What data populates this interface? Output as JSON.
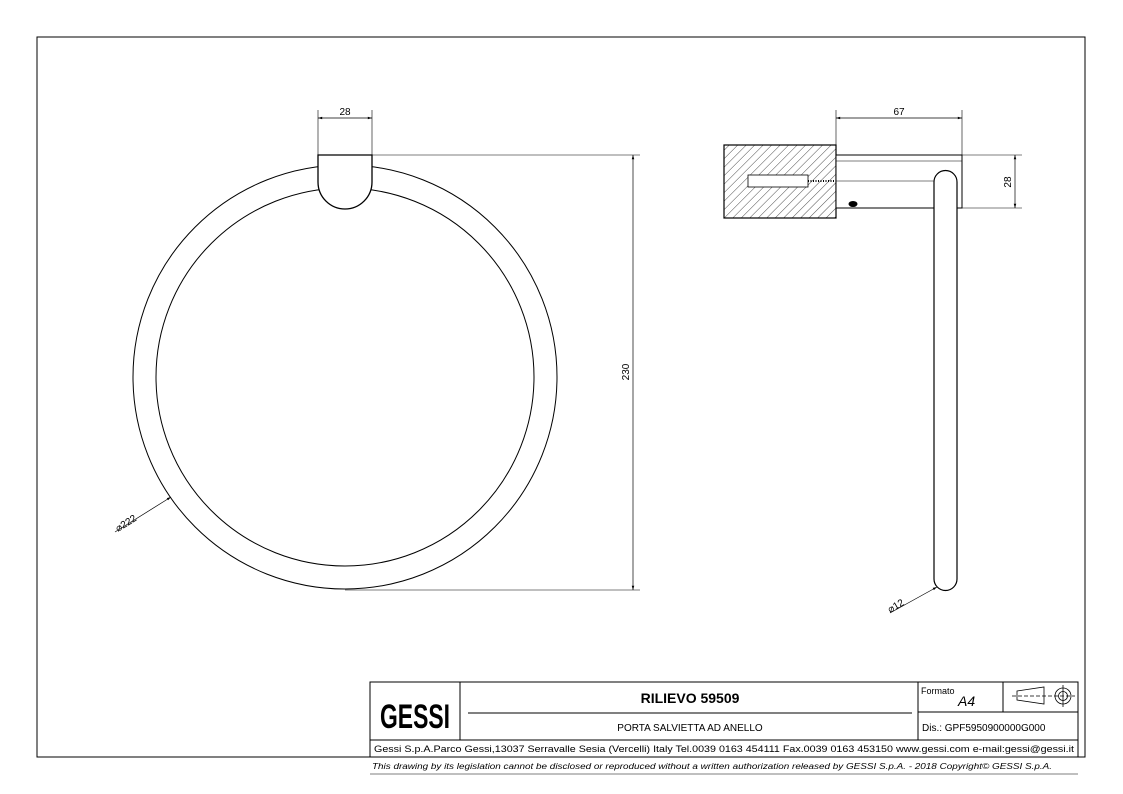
{
  "drawing": {
    "dims": {
      "front_width": "28",
      "front_height": "230",
      "ring_diameter": "⌀222",
      "side_depth": "67",
      "side_height": "28",
      "rod_diameter": "⌀12"
    }
  },
  "title_block": {
    "logo": "GESSI",
    "title": "RILIEVO 59509",
    "subtitle": "PORTA SALVIETTA AD ANELLO",
    "format_label": "Formato",
    "format_value": "A4",
    "drawing_no": "Dis.: GPF5950900000G000",
    "company": "Gessi S.p.A.Parco Gessi,13037 Serravalle Sesia (Vercelli) Italy Tel.0039 0163 454111 Fax.0039 0163 453150 www.gessi.com e-mail:gessi@gessi.it",
    "disclaimer": "This drawing by its legislation cannot be disclosed or reproduced without a written authorization released by GESSI S.p.A. - 2018 Copyright© GESSI S.p.A."
  }
}
